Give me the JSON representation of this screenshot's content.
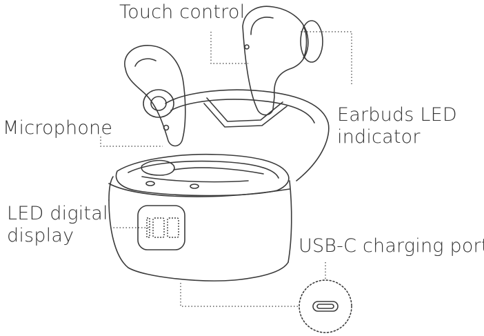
{
  "labels": {
    "touch_control": "Touch control",
    "earbuds_led": [
      "Earbuds LED",
      "indicator"
    ],
    "microphone": "Microphone",
    "led_display": [
      "LED digital",
      "display"
    ],
    "usb_port": "USB-C charging port"
  },
  "led_digits": "100",
  "colors": {
    "line": "#3a3a3a",
    "text": "#333333",
    "background": "#ffffff"
  }
}
